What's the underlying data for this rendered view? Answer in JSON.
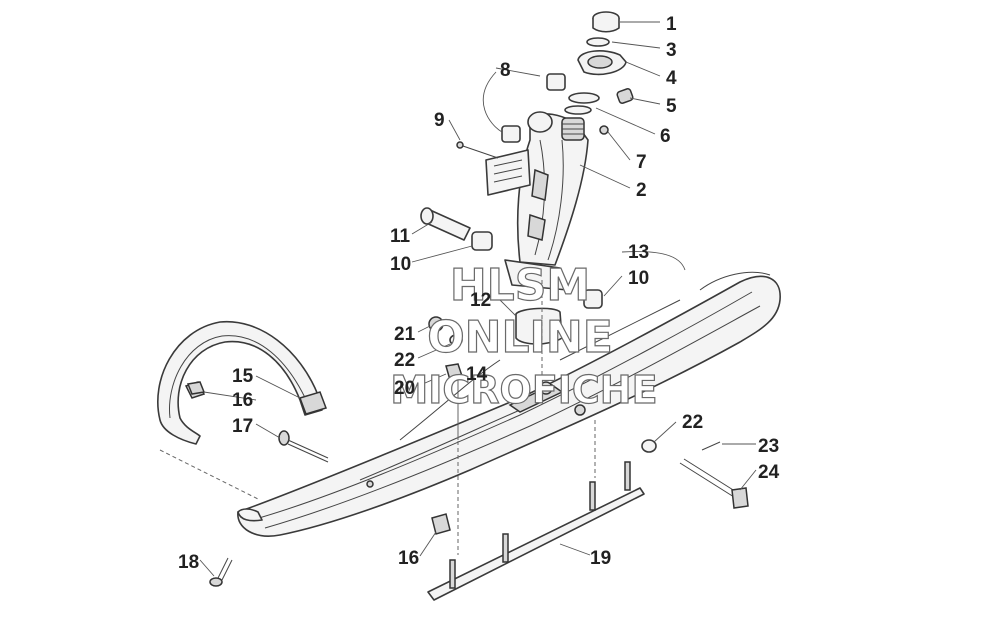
{
  "watermark": {
    "line1": "HLSM",
    "line2": "ONLINE",
    "line3": "MICROFICHE"
  },
  "callouts": {
    "c1": "1",
    "c2": "2",
    "c3": "3",
    "c4": "4",
    "c5": "5",
    "c6": "6",
    "c7": "7",
    "c8": "8",
    "c9": "9",
    "c10a": "10",
    "c10b": "10",
    "c11": "11",
    "c12": "12",
    "c13": "13",
    "c14": "14",
    "c15": "15",
    "c16a": "16",
    "c16b": "16",
    "c17": "17",
    "c18": "18",
    "c19": "19",
    "c20": "20",
    "c21": "21",
    "c22a": "22",
    "c22b": "22",
    "c23": "23",
    "c24": "24"
  }
}
